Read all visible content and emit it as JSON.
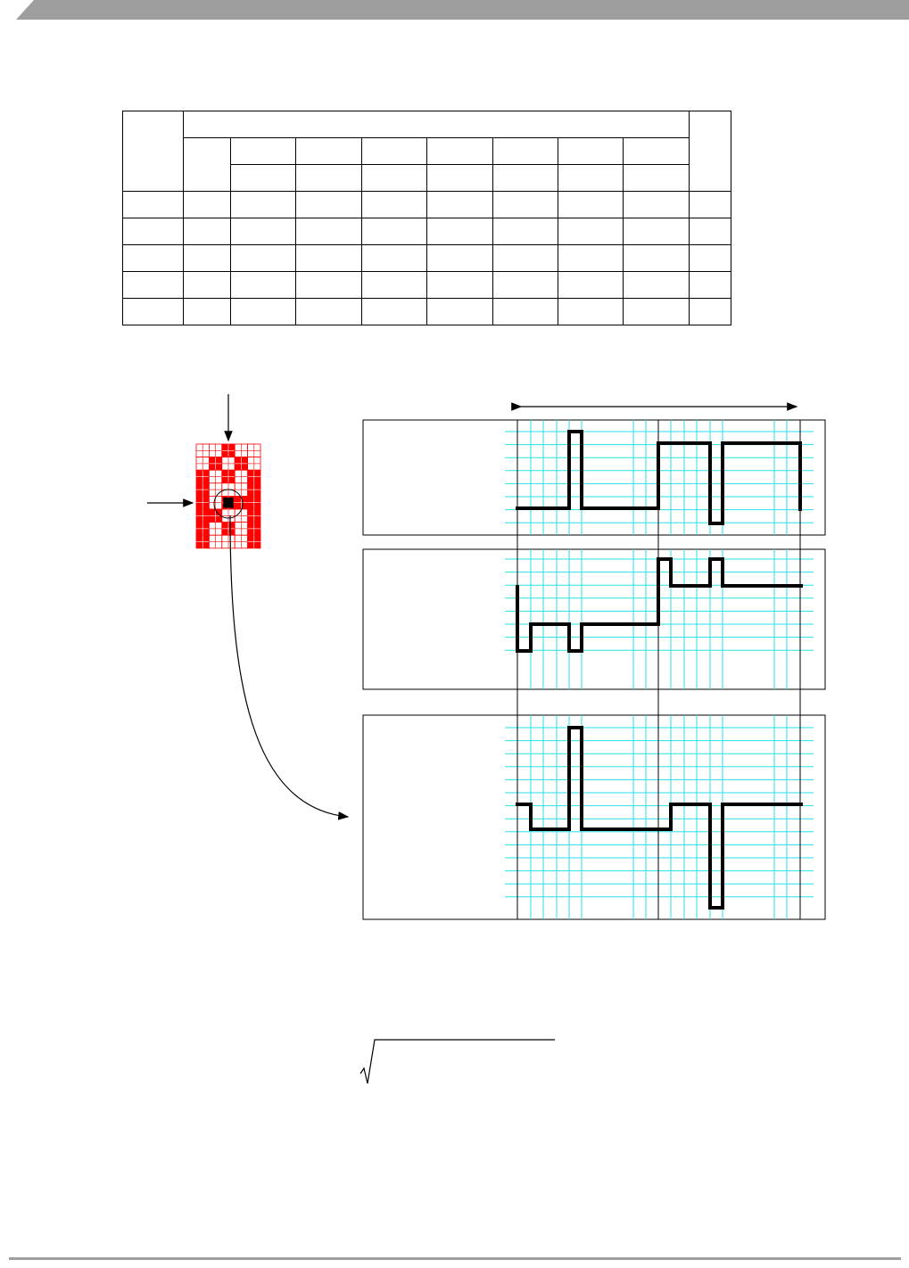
{
  "page": {
    "colors": {
      "header_bar": "#9e9e9e",
      "grid_lines": "#26e1e9",
      "pixel_fill": "#ff0000",
      "selected_pixel": "#000000",
      "trace": "#000000"
    }
  },
  "table": {
    "header_row_1": [
      "",
      "",
      ""
    ],
    "header_row_2": [
      "",
      "",
      "",
      "",
      "",
      "",
      "",
      ""
    ],
    "header_row_3": [
      "",
      "",
      "",
      "",
      "",
      "",
      "",
      ""
    ],
    "rows": [
      [
        "",
        "",
        "",
        "",
        "",
        "",
        "",
        "",
        "",
        ""
      ],
      [
        "",
        "",
        "",
        "",
        "",
        "",
        "",
        "",
        "",
        ""
      ],
      [
        "",
        "",
        "",
        "",
        "",
        "",
        "",
        "",
        "",
        ""
      ],
      [
        "",
        "",
        "",
        "",
        "",
        "",
        "",
        "",
        "",
        ""
      ],
      [
        "",
        "",
        "",
        "",
        "",
        "",
        "",
        "",
        "",
        ""
      ]
    ]
  },
  "figure": {
    "pixel_grid": {
      "rows": 8,
      "cols": 5,
      "pattern": [
        [
          0,
          0,
          1,
          0,
          0
        ],
        [
          0,
          1,
          0,
          1,
          0
        ],
        [
          1,
          0,
          1,
          0,
          1
        ],
        [
          1,
          0,
          0,
          0,
          1
        ],
        [
          1,
          0,
          1,
          1,
          1
        ],
        [
          1,
          1,
          0,
          0,
          1
        ],
        [
          1,
          0,
          1,
          0,
          1
        ],
        [
          1,
          0,
          0,
          0,
          1
        ]
      ],
      "selected_pixel": {
        "row": 4,
        "col": 2
      },
      "icons": [
        "down-arrow-icon",
        "right-arrow-icon",
        "circle-marker-icon",
        "curved-arrow-icon"
      ]
    },
    "panels": [
      {
        "name": "waveform-panel-1"
      },
      {
        "name": "waveform-panel-2"
      },
      {
        "name": "waveform-panel-3"
      }
    ],
    "span_arrow": "double-headed-arrow-icon"
  },
  "formula": {
    "icon": "square-root-icon"
  }
}
